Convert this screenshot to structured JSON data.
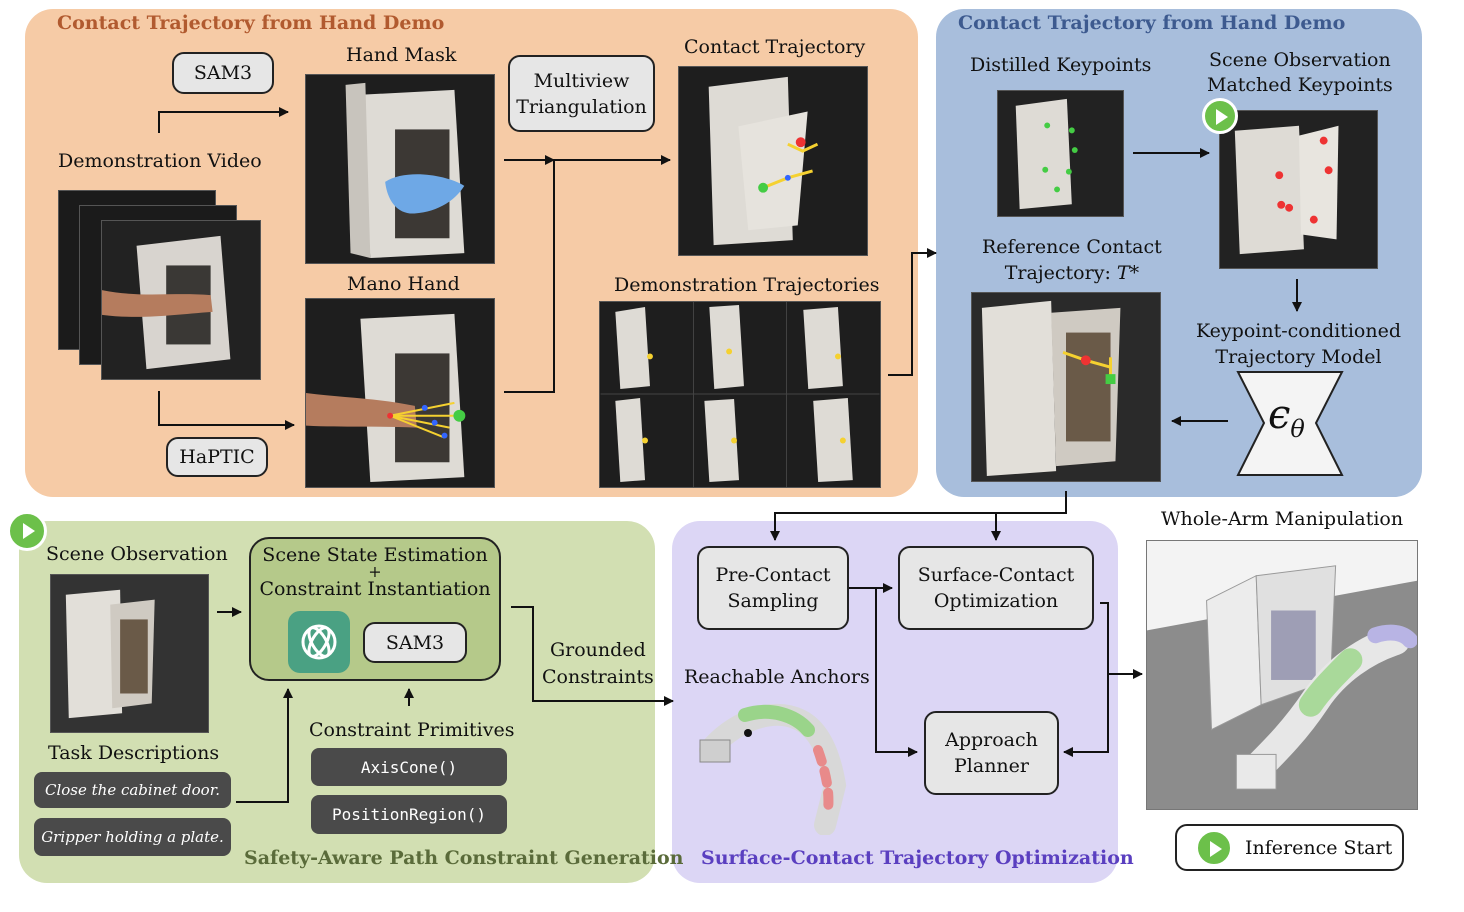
{
  "colors": {
    "orange_panel": "#f6cba6",
    "blue_panel": "#a8bedc",
    "green_panel": "#d2dfb2",
    "purple_panel": "#dcd6f5",
    "orange_title": "#b15a2f",
    "blue_title": "#3d5a8f",
    "green_title": "#5a6b3a",
    "purple_title": "#5a3fc0",
    "play_green": "#6cc04a"
  },
  "panel1": {
    "title": "Contact Trajectory from Hand Demo",
    "sam3": "SAM3",
    "haptic": "HaPTIC",
    "demo_video": "Demonstration Video",
    "hand_mask": "Hand Mask",
    "mano_hand": "Mano Hand",
    "multiview_1": "Multiview",
    "multiview_2": "Triangulation",
    "contact_traj": "Contact Trajectory",
    "demo_trajs": "Demonstration Trajectories"
  },
  "panel2": {
    "title": "Contact Trajectory from Hand Demo",
    "distilled": "Distilled Keypoints",
    "scene_obs_1": "Scene Observation",
    "scene_obs_2": "Matched Keypoints",
    "ref_1": "Reference Contact",
    "ref_2": "Trajectory: ",
    "ref_sym": "T*",
    "kp_model_1": "Keypoint-conditioned",
    "kp_model_2": "Trajectory Model",
    "epsilon": "ϵ",
    "theta": "θ"
  },
  "panel3": {
    "title": "Safety-Aware Path Constraint Generation",
    "scene_obs": "Scene Observation",
    "task_desc": "Task Descriptions",
    "task_1": "Close the cabinet door.",
    "task_2": "Gripper holding a plate.",
    "sse_1": "Scene State Estimation",
    "sse_plus": "+",
    "sse_2": "Constraint Instantiation",
    "sam3": "SAM3",
    "primitives": "Constraint Primitives",
    "prim_1": "AxisCone()",
    "prim_2": "PositionRegion()",
    "grounded_1": "Grounded",
    "grounded_2": "Constraints"
  },
  "panel4": {
    "title": "Surface-Contact Trajectory Optimization",
    "precontact_1": "Pre-Contact",
    "precontact_2": "Sampling",
    "surface_1": "Surface-Contact",
    "surface_2": "Optimization",
    "anchors": "Reachable Anchors",
    "approach_1": "Approach",
    "approach_2": "Planner"
  },
  "output": {
    "whole_arm": "Whole-Arm Manipulation",
    "inference": "Inference Start"
  }
}
